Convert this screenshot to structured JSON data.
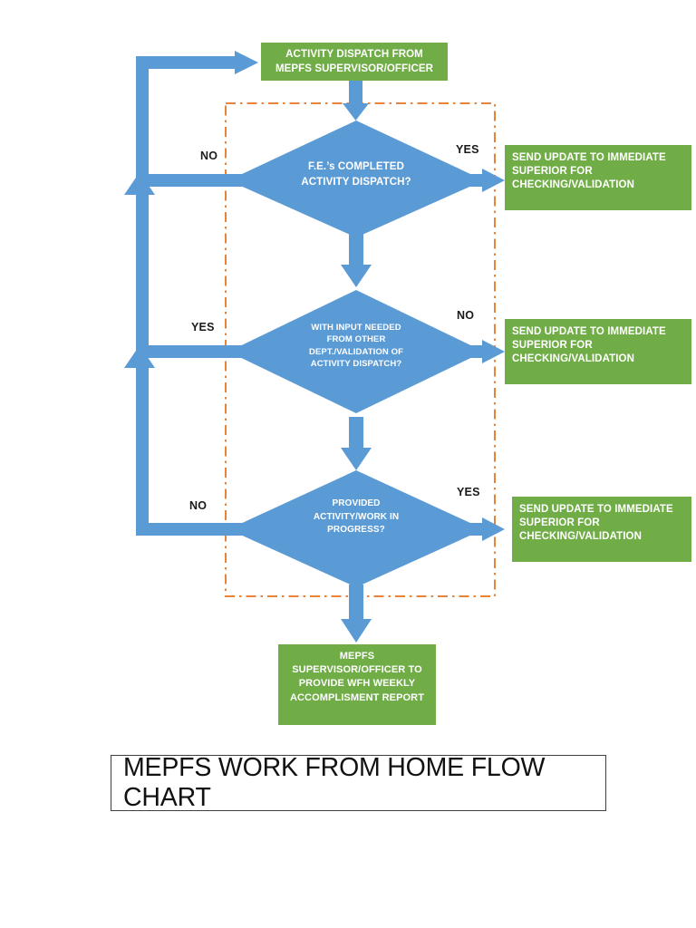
{
  "chart_data": {
    "type": "diagram",
    "title": "MEPFS WORK FROM HOME FLOW CHART",
    "nodes": [
      {
        "id": "start",
        "shape": "rectangle",
        "color": "#70AD47",
        "text": "ACTIVITY DISPATCH FROM\nMEPFS SUPERVISOR/OFFICER"
      },
      {
        "id": "decision1",
        "shape": "diamond",
        "color": "#5B9BD5",
        "text": "F.E.’s COMPLETED\nACTIVITY DISPATCH?"
      },
      {
        "id": "decision2",
        "shape": "diamond",
        "color": "#5B9BD5",
        "text": "WITH INPUT NEEDED\nFROM OTHER\nDEPT./VALIDATION OF\nACTIVITY DISPATCH?"
      },
      {
        "id": "decision3",
        "shape": "diamond",
        "color": "#5B9BD5",
        "text": "PROVIDED\nACTIVITY/WORK IN\nPROGRESS?"
      },
      {
        "id": "out1",
        "shape": "rectangle",
        "color": "#70AD47",
        "text": "SEND UPDATE TO IMMEDIATE\nSUPERIOR FOR\nCHECKING/VALIDATION"
      },
      {
        "id": "out2",
        "shape": "rectangle",
        "color": "#70AD47",
        "text": "SEND UPDATE TO IMMEDIATE\nSUPERIOR FOR\nCHECKING/VALIDATION"
      },
      {
        "id": "out3",
        "shape": "rectangle",
        "color": "#70AD47",
        "text": "SEND UPDATE TO IMMEDIATE\nSUPERIOR FOR\nCHECKING/VALIDATION"
      },
      {
        "id": "end",
        "shape": "rectangle",
        "color": "#70AD47",
        "text": "MEPFS\nSUPERVISOR/OFFICER TO\nPROVIDE WFH WEEKLY\nACCOMPLISMENT REPORT"
      }
    ],
    "edges": [
      {
        "from": "decision1",
        "to": "out1",
        "label": "YES"
      },
      {
        "from": "decision1",
        "to": "start",
        "label": "NO"
      },
      {
        "from": "decision2",
        "to": "out2",
        "label": "NO"
      },
      {
        "from": "decision2",
        "to": "start",
        "label": "YES"
      },
      {
        "from": "decision3",
        "to": "out3",
        "label": "YES"
      },
      {
        "from": "decision3",
        "to": "start",
        "label": "NO"
      },
      {
        "from": "decision1",
        "to": "decision2",
        "label": ""
      },
      {
        "from": "decision2",
        "to": "decision3",
        "label": ""
      },
      {
        "from": "decision3",
        "to": "end",
        "label": ""
      }
    ],
    "grouping_box": {
      "style": "dash-dot",
      "color": "#E8833A",
      "contains": [
        "decision1",
        "decision2",
        "decision3"
      ]
    }
  },
  "diagram": {
    "title": "MEPFS WORK FROM HOME FLOW CHART",
    "start_box": "ACTIVITY DISPATCH FROM\nMEPFS SUPERVISOR/OFFICER",
    "decision_1": "F.E.’s COMPLETED\nACTIVITY DISPATCH?",
    "decision_2": "WITH INPUT NEEDED\nFROM OTHER\nDEPT./VALIDATION OF\nACTIVITY DISPATCH?",
    "decision_3": "PROVIDED\nACTIVITY/WORK IN\nPROGRESS?",
    "output_1": "SEND UPDATE TO IMMEDIATE\nSUPERIOR FOR\nCHECKING/VALIDATION",
    "output_2": "SEND UPDATE TO IMMEDIATE\nSUPERIOR FOR\nCHECKING/VALIDATION",
    "output_3": "SEND UPDATE TO IMMEDIATE\nSUPERIOR FOR\nCHECKING/VALIDATION",
    "end_box": "MEPFS\nSUPERVISOR/OFFICER TO\nPROVIDE WFH WEEKLY\nACCOMPLISMENT REPORT",
    "labels": {
      "d1_no": "NO",
      "d1_yes": "YES",
      "d2_yes": "YES",
      "d2_no": "NO",
      "d3_no": "NO",
      "d3_yes": "YES"
    },
    "colors": {
      "process_green": "#70AD47",
      "decision_blue": "#5B9BD5",
      "connector_blue": "#5B9BD5",
      "group_border_orange": "#E8833A",
      "title_border": "#3F3F3F",
      "node_text": "#FFFFFF",
      "label_text": "#1A1A1A"
    }
  }
}
